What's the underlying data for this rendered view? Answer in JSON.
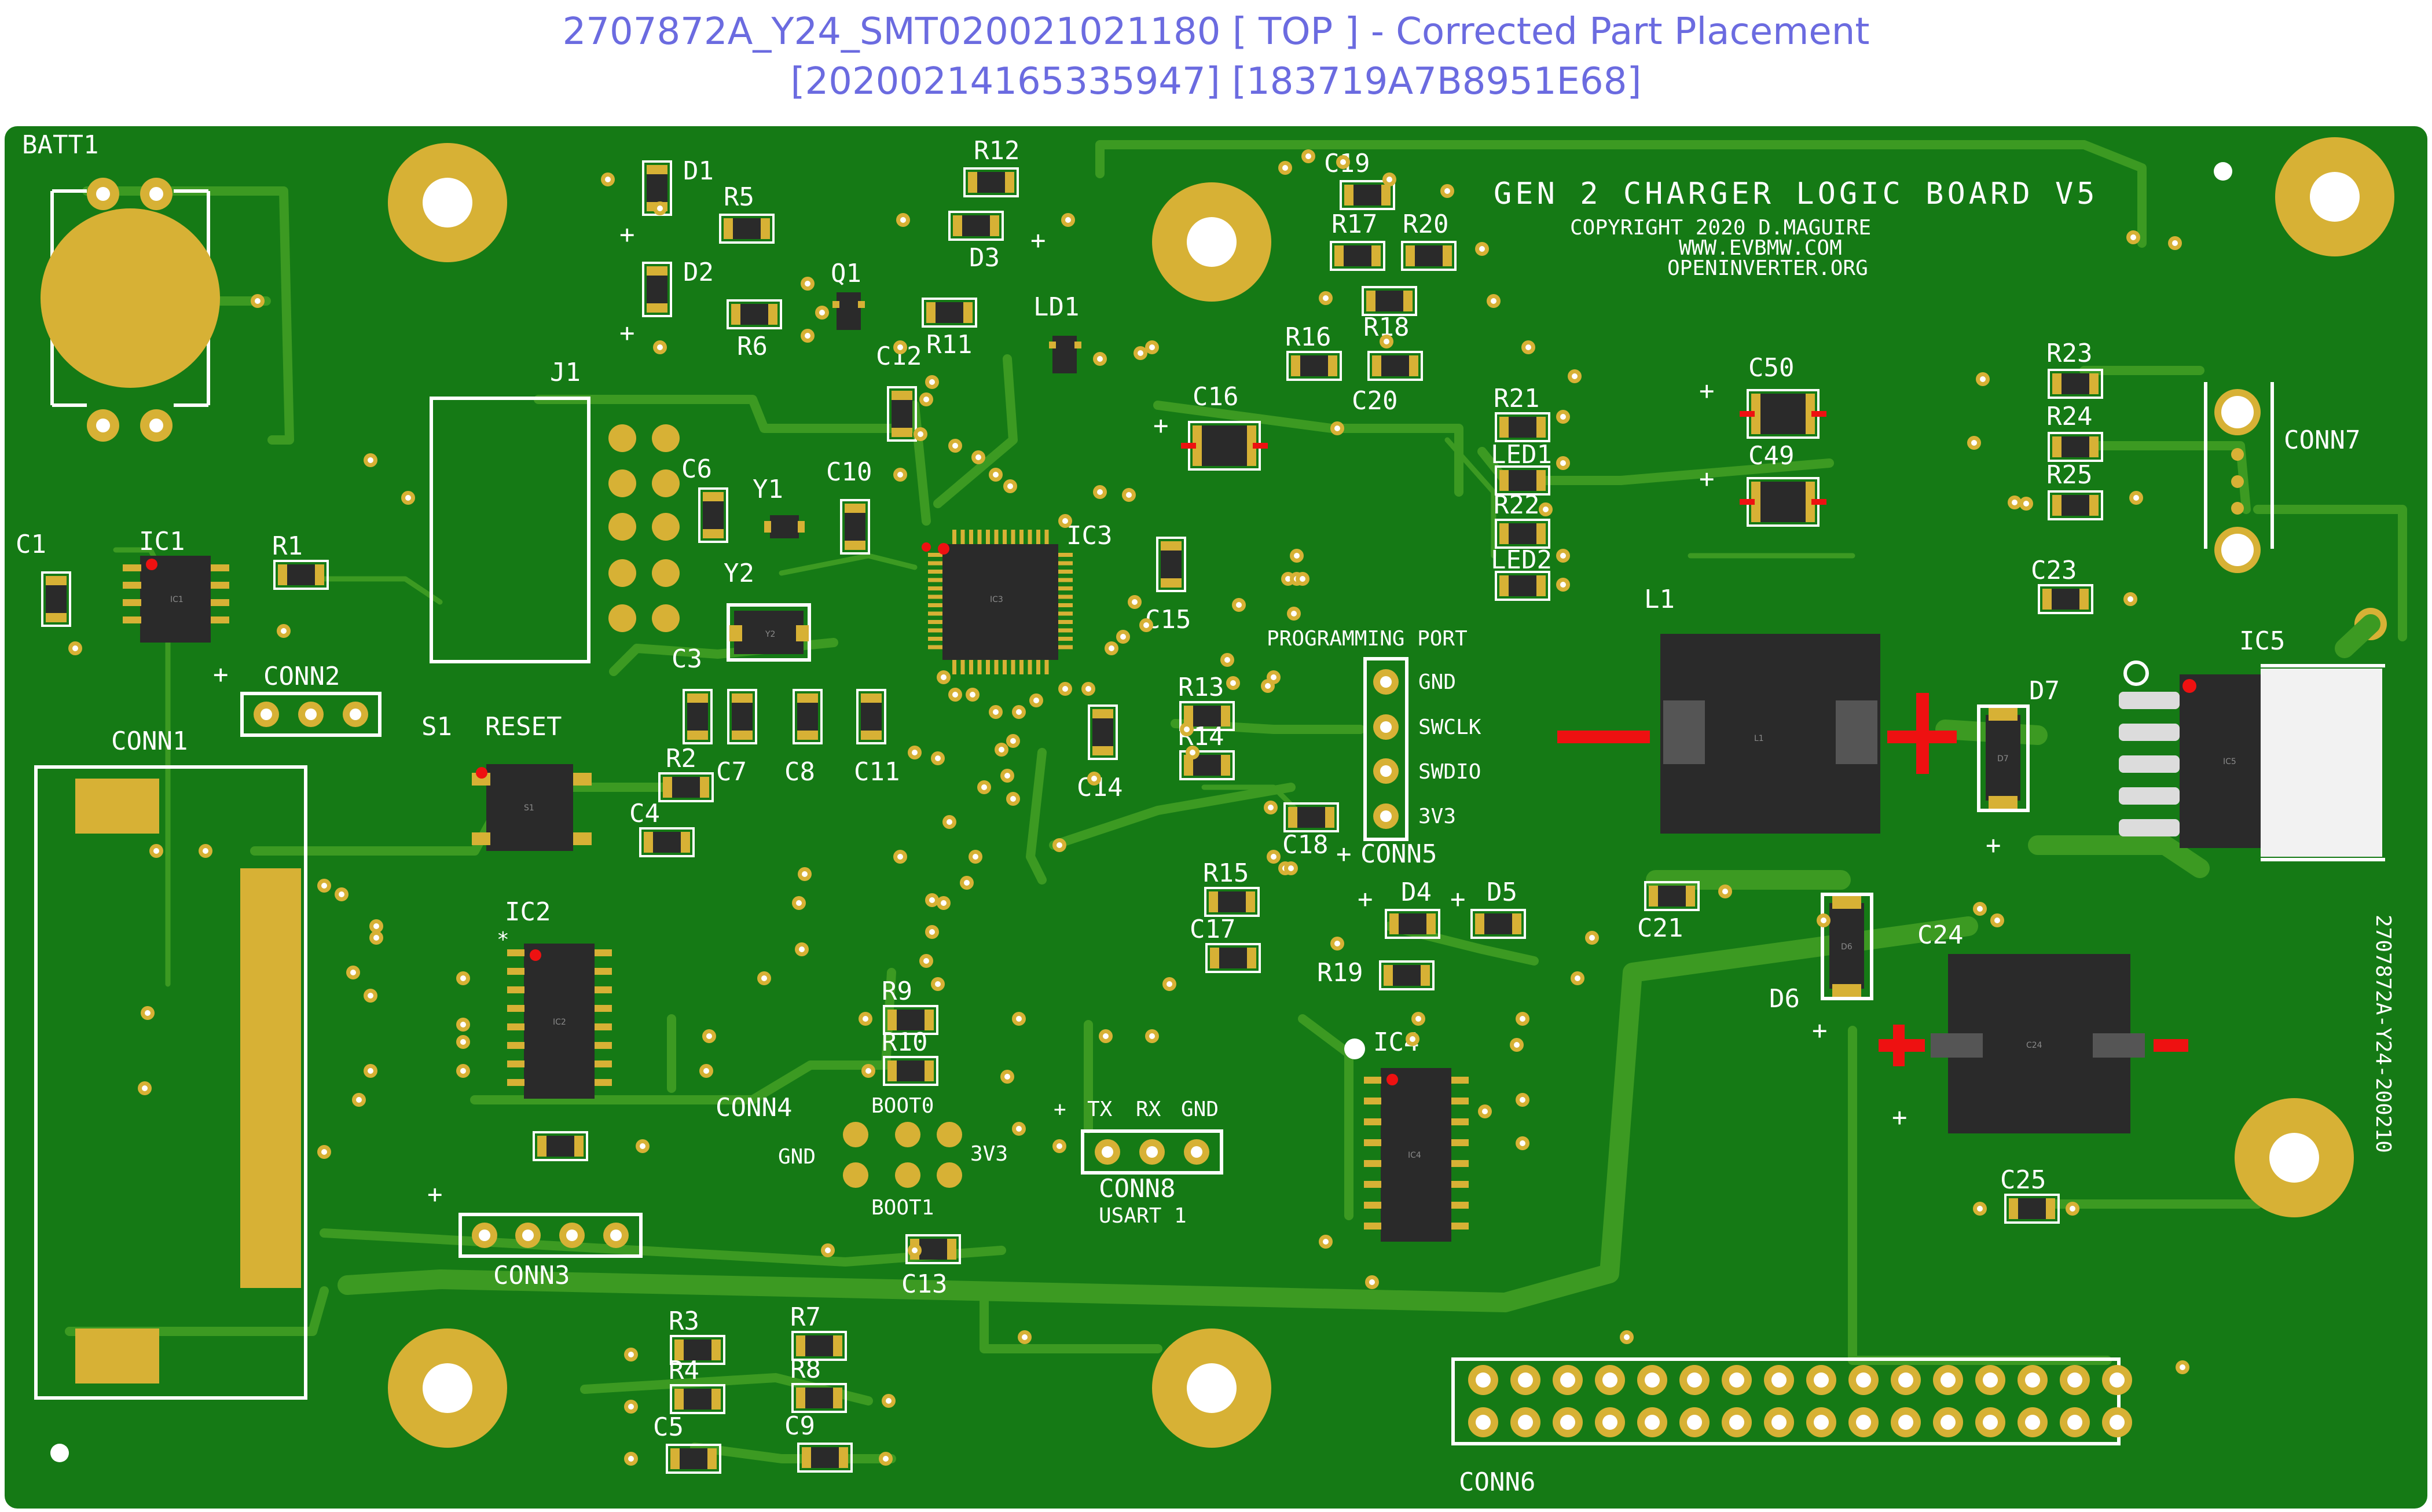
{
  "header": {
    "line1": "2707872A_Y24_SMT020021021180 [ TOP ] - Corrected Part Placement",
    "line2": "[20200214165335947] [183719A7B8951E68]"
  },
  "colors": {
    "board": "#157a15",
    "trace": "#3c9a22",
    "pad": "#d7b135",
    "hole": "#ffffff",
    "silk": "#ffffff",
    "body": "#2a2a2a",
    "polarity": "#ee1111"
  },
  "silk": {
    "title": "GEN 2 CHARGER LOGIC BOARD V5",
    "copyright": "COPYRIGHT 2020   D.MAGUIRE",
    "website1": "WWW.EVBMW.COM",
    "website2": "OPENINVERTER.ORG",
    "prog_port": "PROGRAMMING PORT",
    "reset": "RESET",
    "side_text": "2707872A-Y24-200210",
    "usart": "USART 1",
    "conn5_pins": [
      "GND",
      "SWCLK",
      "SWDIO",
      "3V3"
    ],
    "conn4_pins": {
      "boot0": "BOOT0",
      "gnd": "GND",
      "v33": "3V3",
      "boot1": "BOOT1"
    },
    "conn8_pins": [
      "TX",
      "RX",
      "GND"
    ],
    "plus": "+"
  },
  "refs": {
    "BATT1": "BATT1",
    "J1": "J1",
    "C1": "C1",
    "IC1": "IC1",
    "R1": "R1",
    "CONN1": "CONN1",
    "CONN2": "CONN2",
    "CONN3": "CONN3",
    "CONN4": "CONN4",
    "CONN5": "CONN5",
    "CONN6": "CONN6",
    "CONN7": "CONN7",
    "CONN8": "CONN8",
    "D1": "D1",
    "D2": "D2",
    "D3": "D3",
    "D4": "D4",
    "D5": "D5",
    "D6": "D6",
    "D7": "D7",
    "R2": "R2",
    "R3": "R3",
    "R4": "R4",
    "R5": "R5",
    "R6": "R6",
    "R7": "R7",
    "R8": "R8",
    "R9": "R9",
    "R10": "R10",
    "R11": "R11",
    "R12": "R12",
    "R13": "R13",
    "R14": "R14",
    "R15": "R15",
    "R16": "R16",
    "R17": "R17",
    "R18": "R18",
    "R19": "R19",
    "R20": "R20",
    "R21": "R21",
    "R22": "R22",
    "R23": "R23",
    "R24": "R24",
    "R25": "R25",
    "Q1": "Q1",
    "LD1": "LD1",
    "LED1": "LED1",
    "LED2": "LED2",
    "C3": "C3",
    "C4": "C4",
    "C5": "C5",
    "C6": "C6",
    "C7": "C7",
    "C8": "C8",
    "C9": "C9",
    "C10": "C10",
    "C11": "C11",
    "C12": "C12",
    "C13": "C13",
    "C14": "C14",
    "C15": "C15",
    "C16": "C16",
    "C17": "C17",
    "C18": "C18",
    "C19": "C19",
    "C20": "C20",
    "C21": "C21",
    "C23": "C23",
    "C24": "C24",
    "C25": "C25",
    "C49": "C49",
    "C50": "C50",
    "Y1": "Y1",
    "Y2": "Y2",
    "S1": "S1",
    "IC2": "IC2",
    "IC3": "IC3",
    "IC4": "IC4",
    "IC5": "IC5",
    "L1": "L1"
  }
}
